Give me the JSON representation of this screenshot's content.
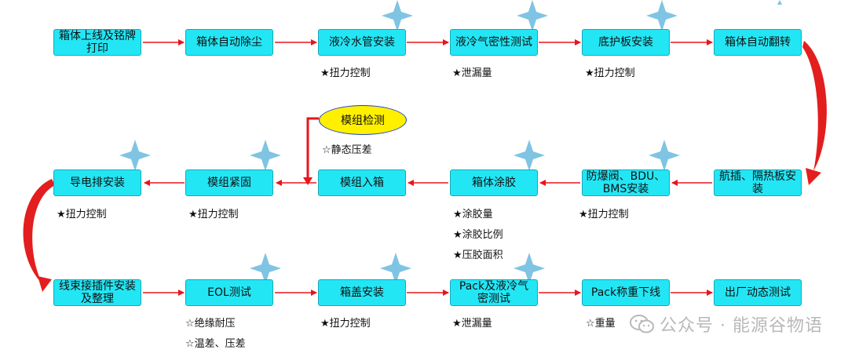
{
  "steps": {
    "r1": [
      "箱体上线及铭牌打印",
      "箱体自动除尘",
      "液冷水管安装",
      "液冷气密性测试",
      "底护板安装",
      "箱体自动翻转"
    ],
    "r2": [
      "导电排安装",
      "模组紧固",
      "模组入箱",
      "箱体涂胶",
      "防爆阀、BDU、BMS安装",
      "航插、隔热板安装"
    ],
    "r3": [
      "线束接插件安装及整理",
      "EOL测试",
      "箱盖安装",
      "Pack及液冷气密测试",
      "Pack称重下线",
      "出厂动态测试"
    ],
    "inspection": "模组检测"
  },
  "notes": {
    "r1_c3": "★扭力控制",
    "r1_c4": "★泄漏量",
    "r1_c5": "★扭力控制",
    "inspection": "☆静态压差",
    "r2_c1": "★扭力控制",
    "r2_c2": "★扭力控制",
    "r2_c4a": "★涂胶量",
    "r2_c4b": "★涂胶比例",
    "r2_c4c": "★压胶面积",
    "r2_c5": "★扭力控制",
    "r3_c2a": "☆绝缘耐压",
    "r3_c2b": "☆温差、压差",
    "r3_c3": "★扭力控制",
    "r3_c4": "★泄漏量",
    "r3_c5": "☆重量"
  },
  "watermark": "公众号 · 能源谷物语",
  "colors": {
    "box": "#23e6f5",
    "arrow": "#e8151b",
    "star": "#7fc4e3",
    "inspection": "#fff000"
  }
}
